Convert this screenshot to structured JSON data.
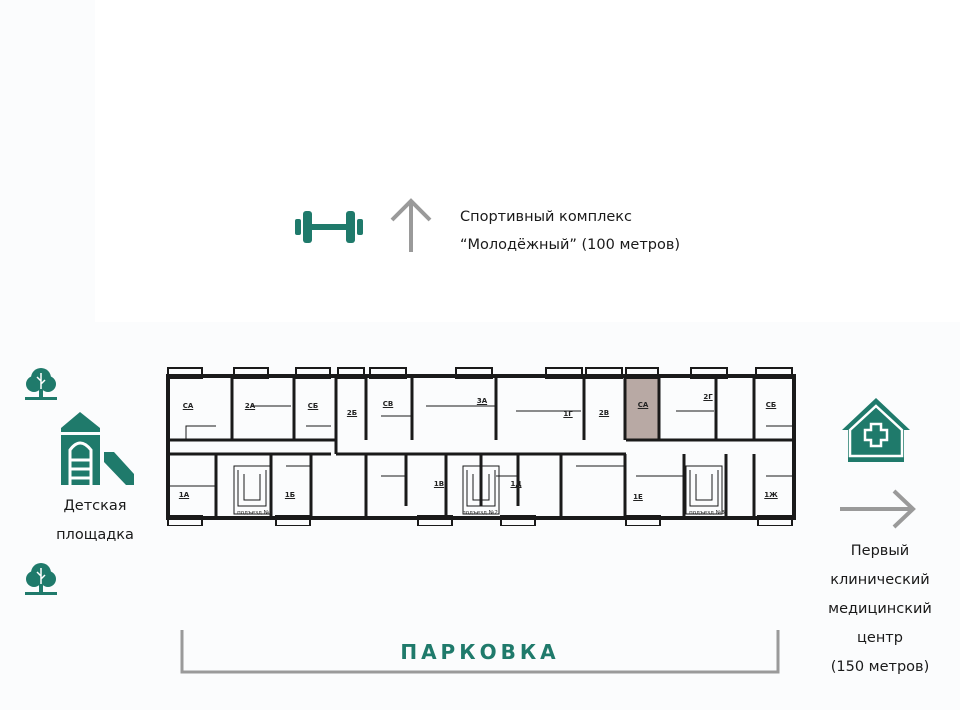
{
  "colors": {
    "accent": "#1f7a6b",
    "arrow": "#9a9a9a",
    "wall": "#1a1a1a",
    "highlight": "#b8a9a4"
  },
  "sport": {
    "icon": "dumbbell-icon",
    "arrow": "arrow-up-icon",
    "line1": "Спортивный комплекс",
    "line2": "“Молодёжный” (100 метров)"
  },
  "playground": {
    "icon": "playground-slide-icon",
    "line1": "Детская",
    "line2": "площадка",
    "tree_icon": "tree-icon"
  },
  "medical": {
    "icon": "medical-house-icon",
    "arrow": "arrow-right-icon",
    "line1": "Первый",
    "line2": "клинический",
    "line3": "медицинский",
    "line4": "центр",
    "line5": "(150 метров)"
  },
  "parking": {
    "label": "ПАРКОВКА"
  },
  "plan": {
    "upper": [
      "СА",
      "2А",
      "СБ",
      "2Б",
      "СВ",
      "3А",
      "1Г",
      "2В",
      "СА",
      "2Г",
      "СБ"
    ],
    "lower": [
      "1А",
      "1Б",
      "1В",
      "1Д",
      "1Е",
      "1Ж"
    ],
    "entrances": [
      "подъезд №1",
      "подъезд №2",
      "подъезд №3"
    ],
    "selected": "СА"
  }
}
